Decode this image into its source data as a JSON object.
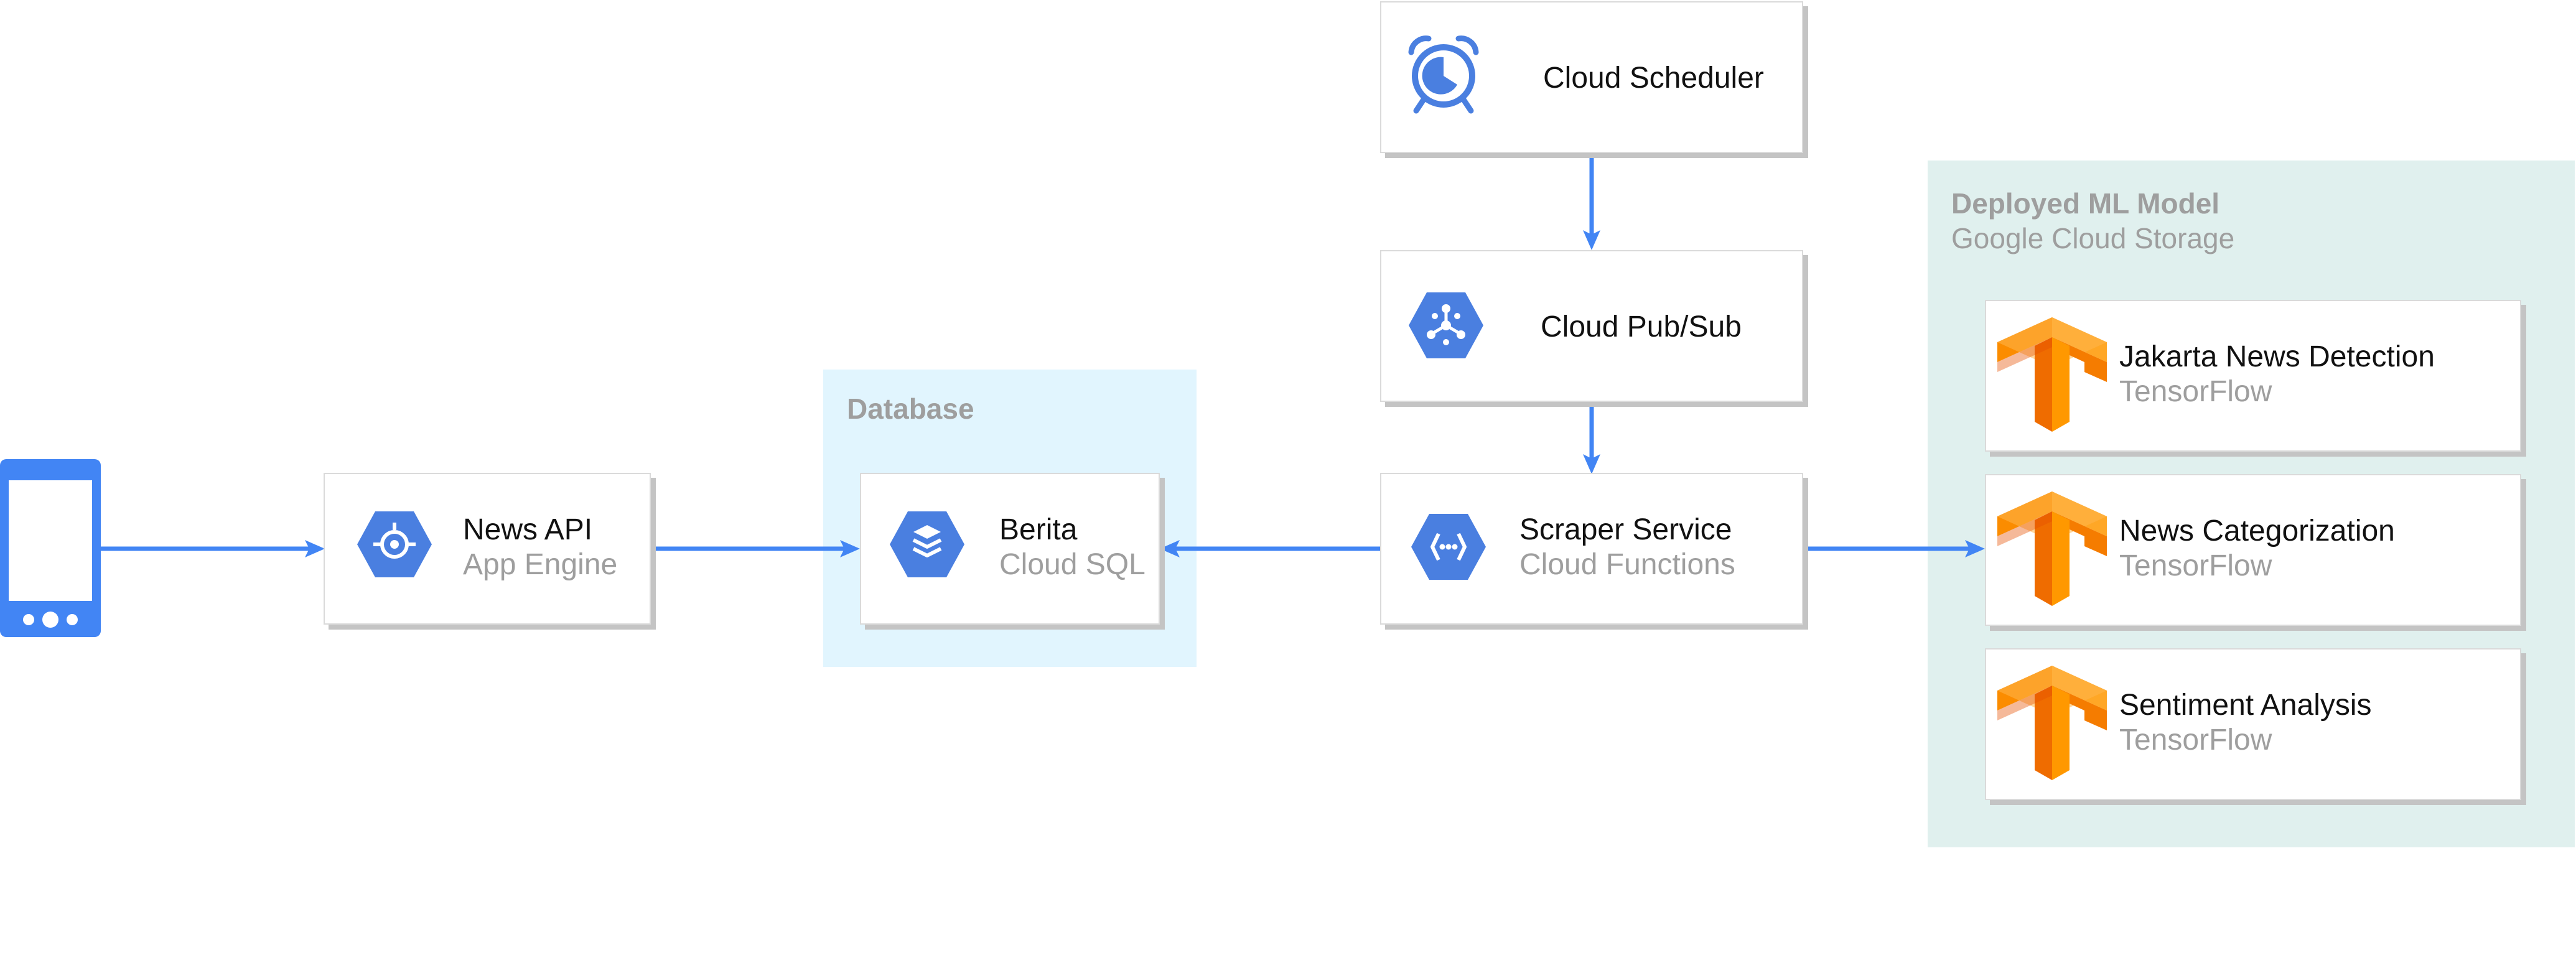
{
  "groups": {
    "database": {
      "title": "Database"
    },
    "ml": {
      "title": "Deployed ML Model",
      "subtitle": "Google Cloud Storage"
    }
  },
  "nodes": {
    "news_api": {
      "title": "News API",
      "subtitle": "App Engine",
      "icon": "app-engine-icon"
    },
    "berita": {
      "title": "Berita",
      "subtitle": "Cloud SQL",
      "icon": "cloud-sql-icon"
    },
    "scheduler": {
      "title": "Cloud Scheduler",
      "icon": "alarm-clock-icon"
    },
    "pubsub": {
      "title": "Cloud Pub/Sub",
      "icon": "pubsub-icon"
    },
    "scraper": {
      "title": "Scraper Service",
      "subtitle": "Cloud Functions",
      "icon": "cloud-functions-icon"
    },
    "jakarta": {
      "title": "Jakarta News Detection",
      "subtitle": "TensorFlow",
      "icon": "tensorflow-icon"
    },
    "categorization": {
      "title": "News Categorization",
      "subtitle": "TensorFlow",
      "icon": "tensorflow-icon"
    },
    "sentiment": {
      "title": "Sentiment Analysis",
      "subtitle": "TensorFlow",
      "icon": "tensorflow-icon"
    }
  },
  "client": {
    "icon": "mobile-phone-icon"
  },
  "colors": {
    "arrow": "#4285f4",
    "gcp_blue": "#4a7fe0",
    "db_group": "#e1f5fe",
    "ml_group": "#e0f0ee",
    "muted_text": "#9e9e9e",
    "tf_orange": "#f7a81b"
  }
}
